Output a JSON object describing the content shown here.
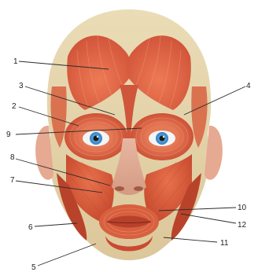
{
  "figure": {
    "colors": {
      "background": "#ffffff",
      "aponeurosis": "#e8d9b0",
      "muscle": "#e0623f",
      "muscle_dark": "#c2452a",
      "muscle_light": "#f08866",
      "skin_shadow": "#d9b7a4",
      "iris": "#3a8fd6",
      "pupil": "#1a1a1a",
      "sclera": "#f4f4f4",
      "leader_line": "#2b2b2b",
      "label_text": "#222222"
    },
    "labels": [
      {
        "id": "l1",
        "text": "1"
      },
      {
        "id": "l3",
        "text": "3"
      },
      {
        "id": "l4",
        "text": "4"
      },
      {
        "id": "l2",
        "text": "2"
      },
      {
        "id": "l9",
        "text": "9"
      },
      {
        "id": "l8",
        "text": "8"
      },
      {
        "id": "l7",
        "text": "7"
      },
      {
        "id": "l10",
        "text": "10"
      },
      {
        "id": "l12",
        "text": "12"
      },
      {
        "id": "l6",
        "text": "6"
      },
      {
        "id": "l11",
        "text": "11"
      },
      {
        "id": "l5",
        "text": "5"
      }
    ]
  }
}
